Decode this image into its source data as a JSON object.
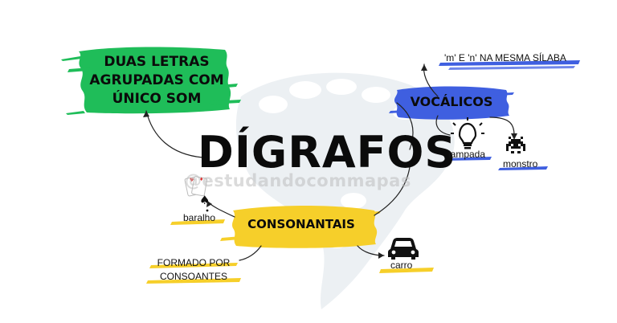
{
  "center": {
    "title": "DÍGRAFOS"
  },
  "watermark": "@estudandocommapas",
  "definition": {
    "lines": [
      "DUAS LETRAS",
      "AGRUPADAS COM",
      "ÚNICO SOM"
    ]
  },
  "vocalicos": {
    "label": "VOCÁLICOS",
    "rule": "'m' E 'n' NA MESMA SÍLABA",
    "examples": [
      {
        "word": "lampada",
        "icon": "lightbulb-icon"
      },
      {
        "word": "monstro",
        "icon": "space-invader-icon"
      }
    ]
  },
  "consonantais": {
    "label": "CONSONANTAIS",
    "rule_lines": [
      "FORMADO POR",
      "CONSOANTES"
    ],
    "examples": [
      {
        "word": "baralho",
        "icon": "playing-cards-icon"
      },
      {
        "word": "carro",
        "icon": "car-icon"
      }
    ]
  },
  "colors": {
    "green": "#1fbd59",
    "blue": "#3f5fe0",
    "yellow": "#f6cf2a",
    "ink": "#111111"
  }
}
